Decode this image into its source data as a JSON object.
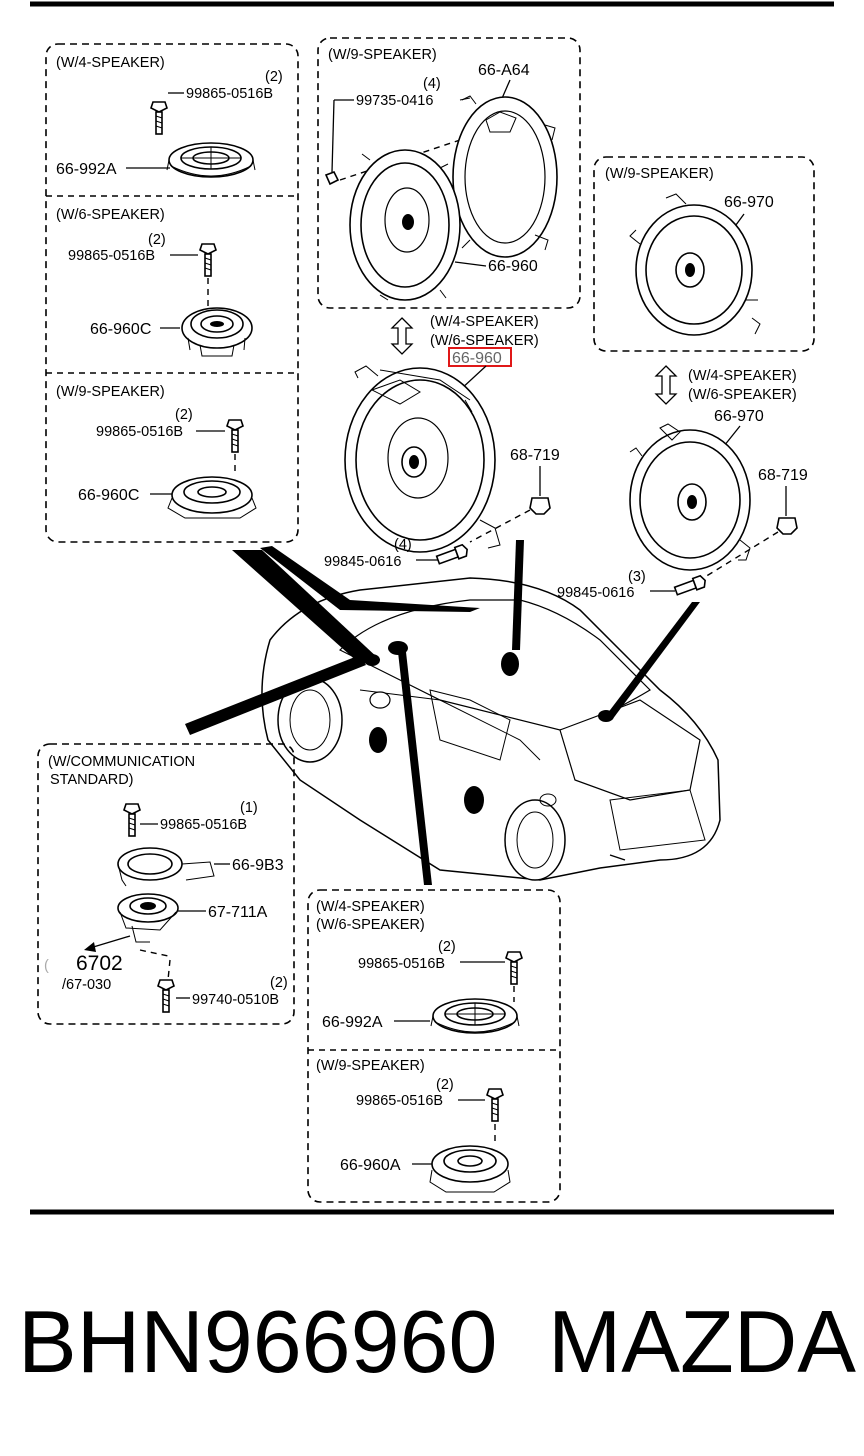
{
  "diagram": {
    "left_panel": {
      "w4": {
        "title": "(W/4-SPEAKER)",
        "qty": "(2)",
        "bolt": "99865-0516B",
        "part": "66-992A"
      },
      "w6": {
        "title": "(W/6-SPEAKER)",
        "qty": "(2)",
        "bolt": "99865-0516B",
        "part": "66-960C"
      },
      "w9": {
        "title": "(W/9-SPEAKER)",
        "qty": "(2)",
        "bolt": "99865-0516B",
        "part": "66-960C"
      }
    },
    "front_door": {
      "w9_title": "(W/9-SPEAKER)",
      "qty": "(4)",
      "screw": "99735-0416",
      "bracket": "66-A64",
      "speaker": "66-960",
      "alt_title_1": "(W/4-SPEAKER)",
      "alt_title_2": "(W/6-SPEAKER)",
      "highlighted_part": "66-960",
      "clip": "68-719",
      "bolt_qty": "(4)",
      "bolt": "99845-0616"
    },
    "rear_door": {
      "w9_title": "(W/9-SPEAKER)",
      "speaker_w9": "66-970",
      "alt_title_1": "(W/4-SPEAKER)",
      "alt_title_2": "(W/6-SPEAKER)",
      "speaker": "66-970",
      "clip": "68-719",
      "bolt_qty": "(3)",
      "bolt": "99845-0616"
    },
    "communication": {
      "title_1": "(W/COMMUNICATION",
      "title_2": "STANDARD)",
      "qty_1": "(1)",
      "bolt_1": "99865-0516B",
      "bracket": "66-9B3",
      "mic": "67-711A",
      "ref_main": "6702",
      "ref_sub": "/67-030",
      "qty_2": "(2)",
      "bolt_2": "99740-0510B"
    },
    "bottom_panel": {
      "w46_title_1": "(W/4-SPEAKER)",
      "w46_title_2": "(W/6-SPEAKER)",
      "w46_qty": "(2)",
      "w46_bolt": "99865-0516B",
      "w46_part": "66-992A",
      "w9_title": "(W/9-SPEAKER)",
      "w9_qty": "(2)",
      "w9_bolt": "99865-0516B",
      "w9_part": "66-960A"
    }
  },
  "footer": {
    "part_number": "BHN966960",
    "brand": "MAZDA"
  }
}
